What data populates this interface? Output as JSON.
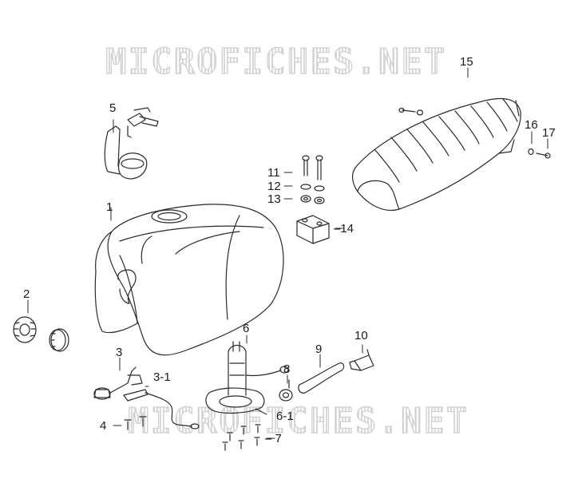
{
  "watermark_text": "MICROFICHES.NET",
  "callouts": {
    "c1": "1",
    "c2": "2",
    "c3": "3",
    "c3_1": "3-1",
    "c4": "4",
    "c5": "5",
    "c6": "6",
    "c6_1": "6-1",
    "c7": "7",
    "c8": "8",
    "c9": "9",
    "c10": "10",
    "c11": "11",
    "c12": "12",
    "c13": "13",
    "c14": "14",
    "c15": "15",
    "c16": "16",
    "c17": "17"
  },
  "colors": {
    "line": "#2a2a2a",
    "watermark": "#d4d4d4",
    "background": "#ffffff"
  }
}
